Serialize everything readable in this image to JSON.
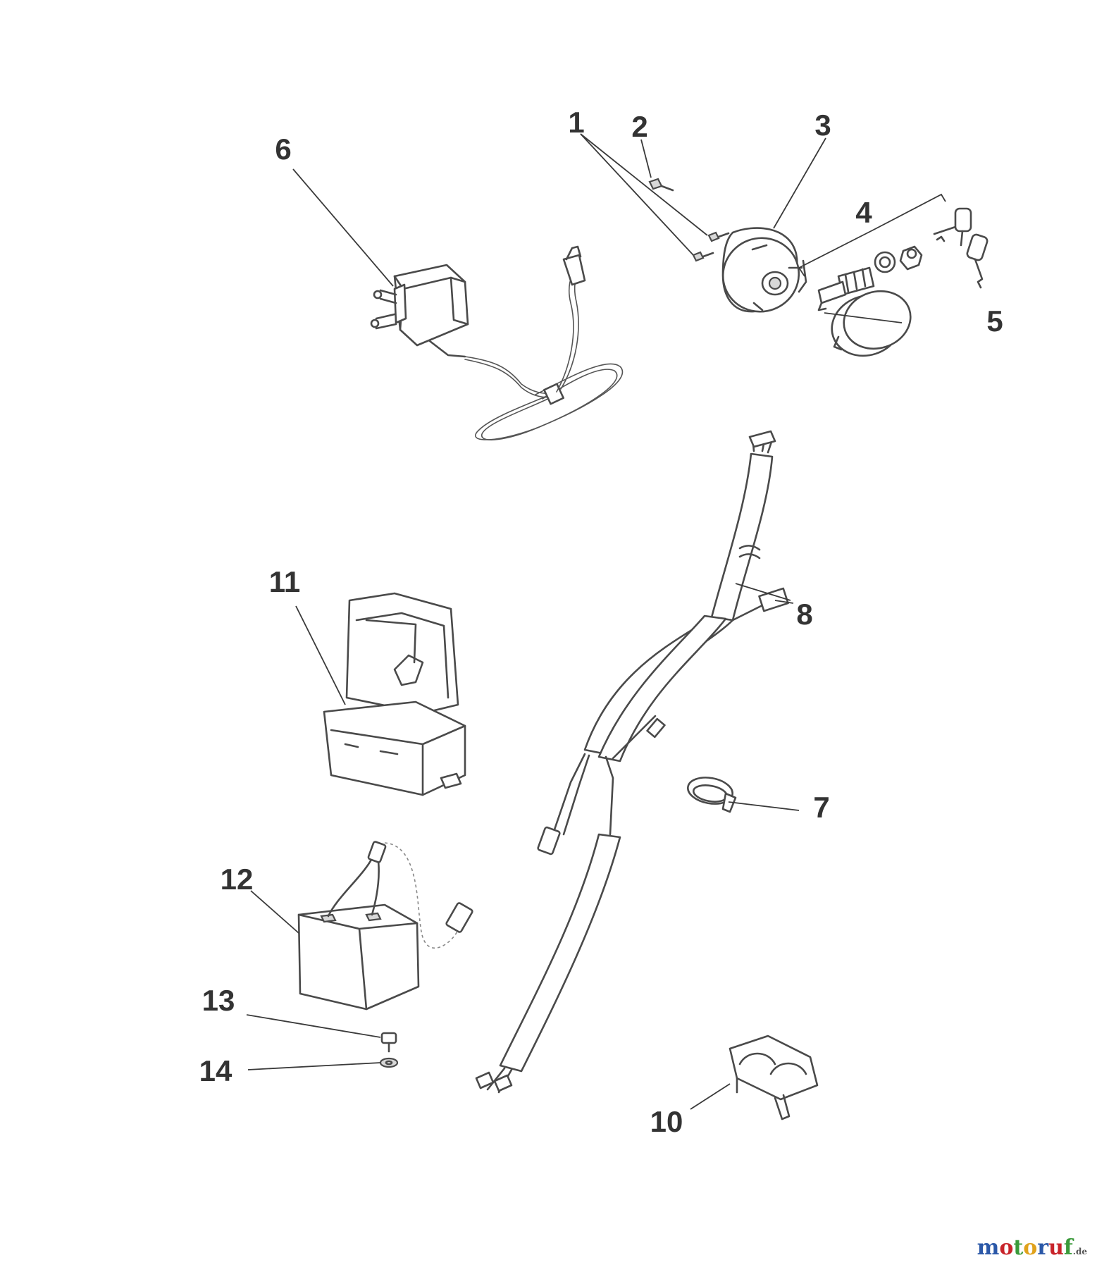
{
  "diagram": {
    "callouts": [
      {
        "id": "c1",
        "label": "1"
      },
      {
        "id": "c2",
        "label": "2"
      },
      {
        "id": "c3",
        "label": "3"
      },
      {
        "id": "c4",
        "label": "4"
      },
      {
        "id": "c5",
        "label": "5"
      },
      {
        "id": "c6",
        "label": "6"
      },
      {
        "id": "c7",
        "label": "7"
      },
      {
        "id": "c8",
        "label": "8"
      },
      {
        "id": "c10",
        "label": "10"
      },
      {
        "id": "c11",
        "label": "11"
      },
      {
        "id": "c12",
        "label": "12"
      },
      {
        "id": "c13",
        "label": "13"
      },
      {
        "id": "c14",
        "label": "14"
      }
    ],
    "parts": [
      {
        "id": "p1",
        "icon": "screw-pair-icon"
      },
      {
        "id": "p2",
        "icon": "screw-icon"
      },
      {
        "id": "p3",
        "icon": "ignition-switch-housing-icon"
      },
      {
        "id": "p4",
        "icon": "ignition-lock-keys-icon"
      },
      {
        "id": "p5",
        "icon": "switch-cap-icon"
      },
      {
        "id": "p6",
        "icon": "charger-plug-icon"
      },
      {
        "id": "p7",
        "icon": "cable-tie-icon"
      },
      {
        "id": "p8",
        "icon": "wiring-harness-icon"
      },
      {
        "id": "p10",
        "icon": "cable-clip-icon"
      },
      {
        "id": "p11",
        "icon": "battery-box-icon"
      },
      {
        "id": "p12",
        "icon": "battery-icon"
      },
      {
        "id": "p13",
        "icon": "nut-icon"
      },
      {
        "id": "p14",
        "icon": "washer-icon"
      }
    ]
  },
  "watermark": {
    "letters": [
      "m",
      "o",
      "t",
      "o",
      "r",
      "u",
      "f"
    ],
    "colors": [
      "#2b58a8",
      "#c8242a",
      "#3a9a3a",
      "#e0a21c",
      "#2b58a8",
      "#c8242a",
      "#3a9a3a"
    ],
    "suffix": ".de"
  }
}
